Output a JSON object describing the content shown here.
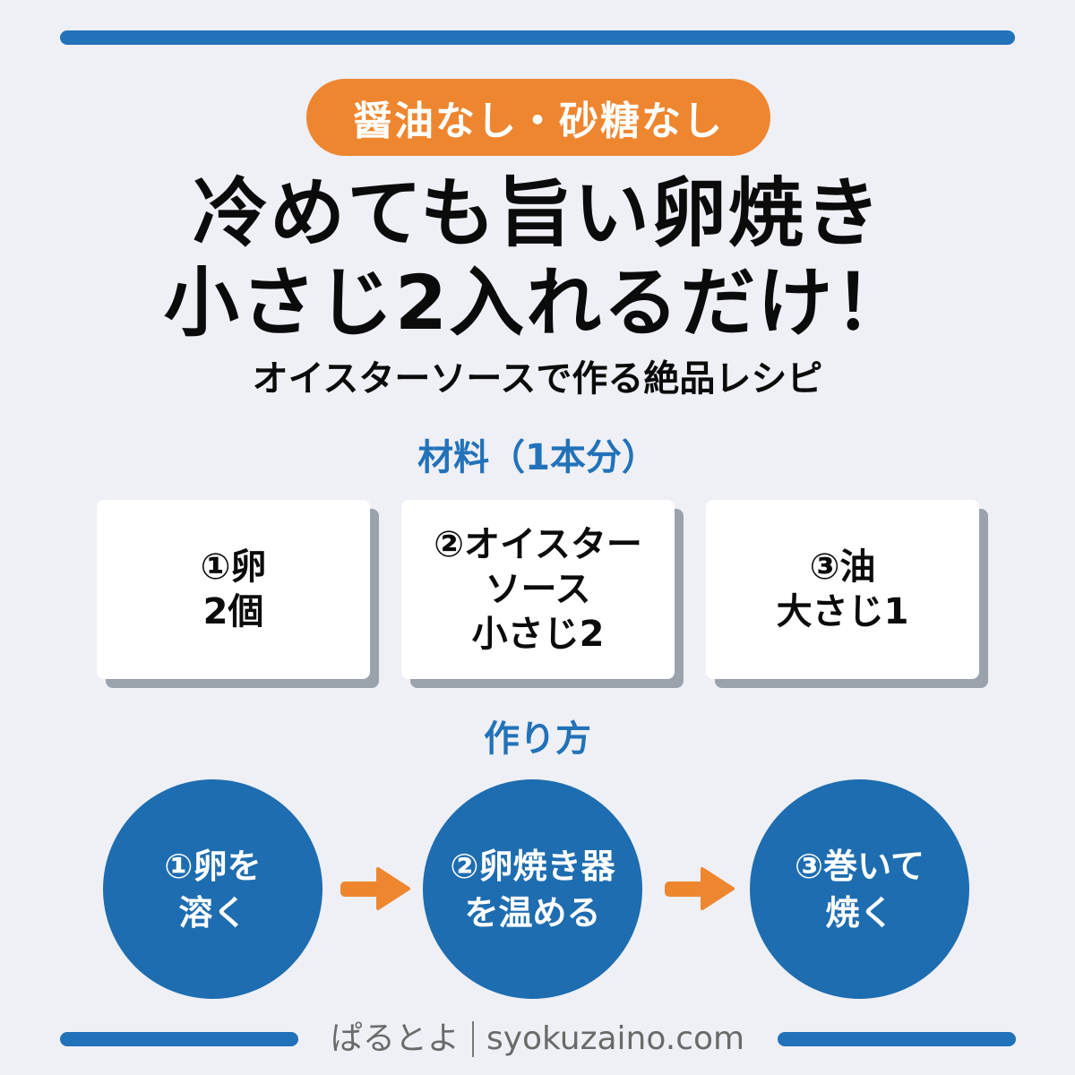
{
  "header": {
    "badge": "醤油なし・砂糖なし",
    "title_line1": "冷めても旨い卵焼き",
    "title_line2": "小さじ2入れるだけ！",
    "subtitle": "オイスターソースで作る絶品レシピ"
  },
  "ingredients": {
    "heading": "材料（1本分）",
    "items": [
      {
        "lines": [
          "①卵",
          "2個"
        ]
      },
      {
        "lines": [
          "②オイスター",
          "ソース",
          "小さじ2"
        ]
      },
      {
        "lines": [
          "③油",
          "大さじ1"
        ]
      }
    ]
  },
  "method": {
    "heading": "作り方",
    "steps": [
      {
        "lines": [
          "①卵を",
          "溶く"
        ]
      },
      {
        "lines": [
          "②卵焼き器",
          "を温める"
        ]
      },
      {
        "lines": [
          "③巻いて",
          "焼く"
        ]
      }
    ],
    "arrow_icon": "arrow-right-icon"
  },
  "footer": {
    "author": "ぱるとよ",
    "site": "syokuzaino.com"
  },
  "colors": {
    "background": "#eef0f6",
    "accent_blue": "#2272b9",
    "circle_blue": "#1e6db0",
    "accent_orange": "#ee8630",
    "card_shadow": "#9aa2ac",
    "footer_text": "#6a6a6a"
  }
}
